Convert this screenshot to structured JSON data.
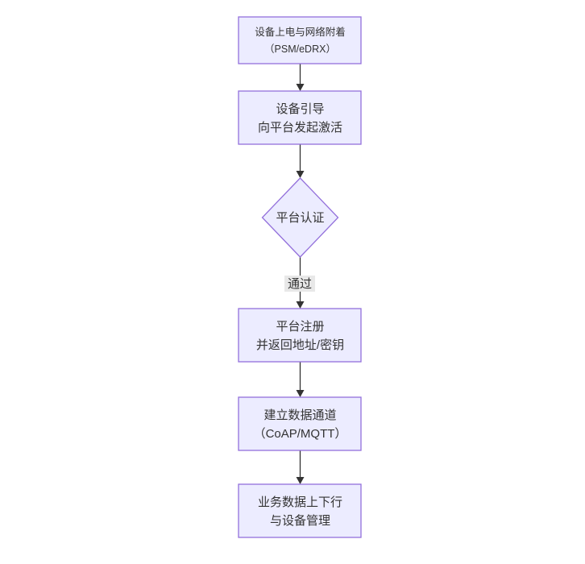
{
  "flowchart": {
    "colors": {
      "background": "#ffffff",
      "node_fill": "#ececff",
      "node_border": "#9370db",
      "edge_color": "#333333",
      "text_color": "#333333",
      "edge_label_bg": "#e8e8e8"
    },
    "nodes": [
      {
        "id": "power-attach",
        "shape": "rect",
        "lines": [
          "设备上电与网络附着",
          "（PSM/eDRX）"
        ]
      },
      {
        "id": "bootstrap",
        "shape": "rect",
        "lines": [
          "设备引导",
          "向平台发起激活"
        ]
      },
      {
        "id": "platform-auth",
        "shape": "diamond",
        "lines": [
          "平台认证"
        ]
      },
      {
        "id": "platform-register",
        "shape": "rect",
        "lines": [
          "平台注册",
          "并返回地址/密钥"
        ]
      },
      {
        "id": "data-channel",
        "shape": "rect",
        "lines": [
          "建立数据通道",
          "（CoAP/MQTT）"
        ]
      },
      {
        "id": "business-data",
        "shape": "rect",
        "lines": [
          "业务数据上下行",
          "与设备管理"
        ]
      }
    ],
    "edges": [
      {
        "from": "power-attach",
        "to": "bootstrap",
        "label": ""
      },
      {
        "from": "bootstrap",
        "to": "platform-auth",
        "label": ""
      },
      {
        "from": "platform-auth",
        "to": "platform-register",
        "label": "通过"
      },
      {
        "from": "platform-register",
        "to": "data-channel",
        "label": ""
      },
      {
        "from": "data-channel",
        "to": "business-data",
        "label": ""
      }
    ]
  }
}
